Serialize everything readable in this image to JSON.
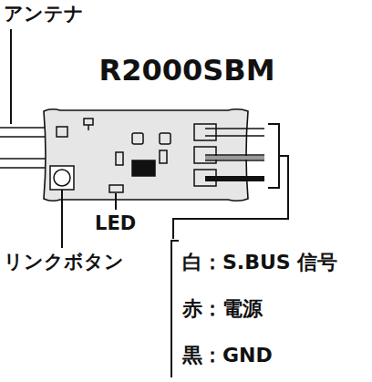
{
  "diagram": {
    "title": "R2000SBM",
    "labels": [
      "アンテナ",
      "LED",
      "リンクボタン",
      "白：S.BUS 信号",
      "赤：電源",
      "黒：GND"
    ]
  }
}
